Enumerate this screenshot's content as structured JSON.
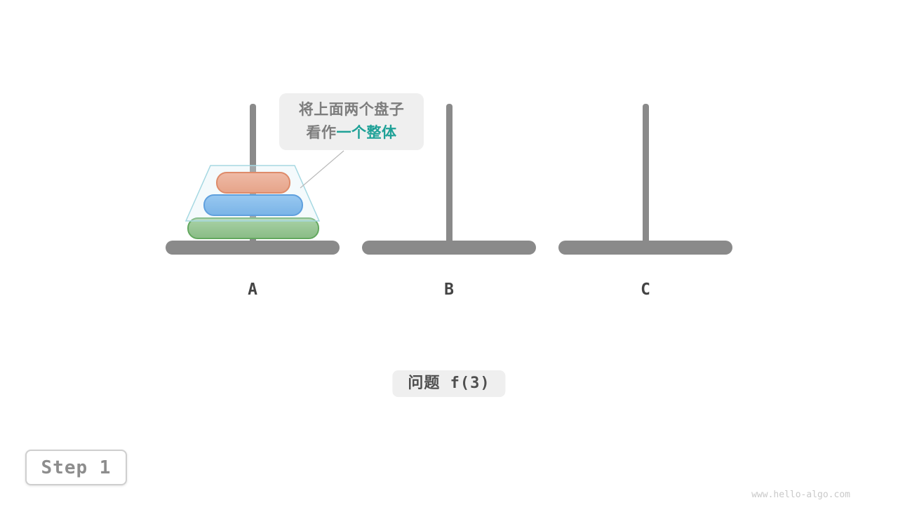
{
  "colors": {
    "peg": "#8a8a8a",
    "label": "#444444",
    "callout-bg": "#efefef",
    "callout-text": "#7d7d7d",
    "accent-teal": "#1fa197",
    "disk1-fill": "#f58a60",
    "disk1-stroke": "#e0602e",
    "disk2-fill": "#55a2ea",
    "disk2-stroke": "#2a7fd4",
    "disk3-fill": "#90c48c",
    "disk3-stroke": "#63a85f",
    "group-fill": "#d9eef54d",
    "group-stroke": "#a5d8e2",
    "connector": "#b9b9b9",
    "badge-text": "#4f4f4f",
    "step-text": "#8d8d8d",
    "step-border": "#cfcfcf",
    "watermark": "#c9c9c9"
  },
  "callout": {
    "line1": "将上面两个盘子",
    "line2_prefix": "看作",
    "line2_highlight": "一个整体"
  },
  "pegs": [
    {
      "label": "A"
    },
    {
      "label": "B"
    },
    {
      "label": "C"
    }
  ],
  "disks": [
    {
      "size": "large",
      "color": "green",
      "peg": "A"
    },
    {
      "size": "medium",
      "color": "blue",
      "peg": "A"
    },
    {
      "size": "small",
      "color": "orange",
      "peg": "A"
    }
  ],
  "grouped_disks": [
    "small",
    "medium"
  ],
  "problem_badge": "问题 f(3)",
  "step_badge": "Step 1",
  "watermark": "www.hello-algo.com"
}
